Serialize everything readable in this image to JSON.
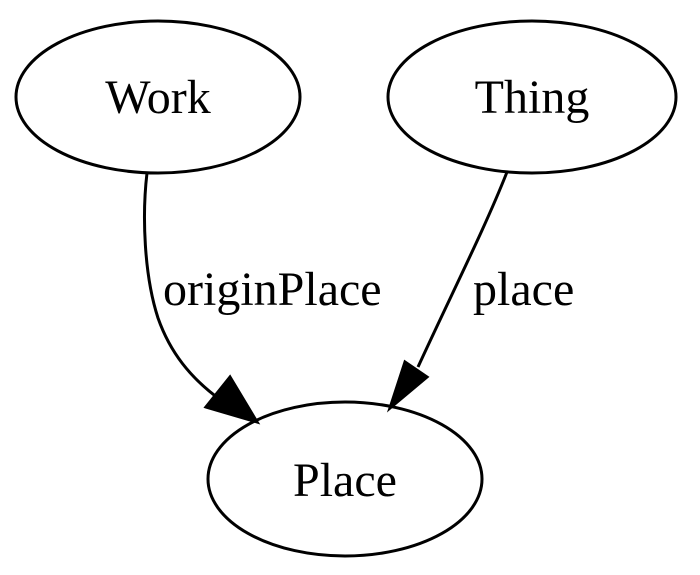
{
  "diagram": {
    "nodes": {
      "work": {
        "label": "Work"
      },
      "thing": {
        "label": "Thing"
      },
      "place": {
        "label": "Place"
      }
    },
    "edges": {
      "work_to_place": {
        "from": "Work",
        "to": "Place",
        "label": "originPlace"
      },
      "thing_to_place": {
        "from": "Thing",
        "to": "Place",
        "label": "place"
      }
    },
    "colors": {
      "stroke": "#000000",
      "background": "#ffffff"
    }
  }
}
